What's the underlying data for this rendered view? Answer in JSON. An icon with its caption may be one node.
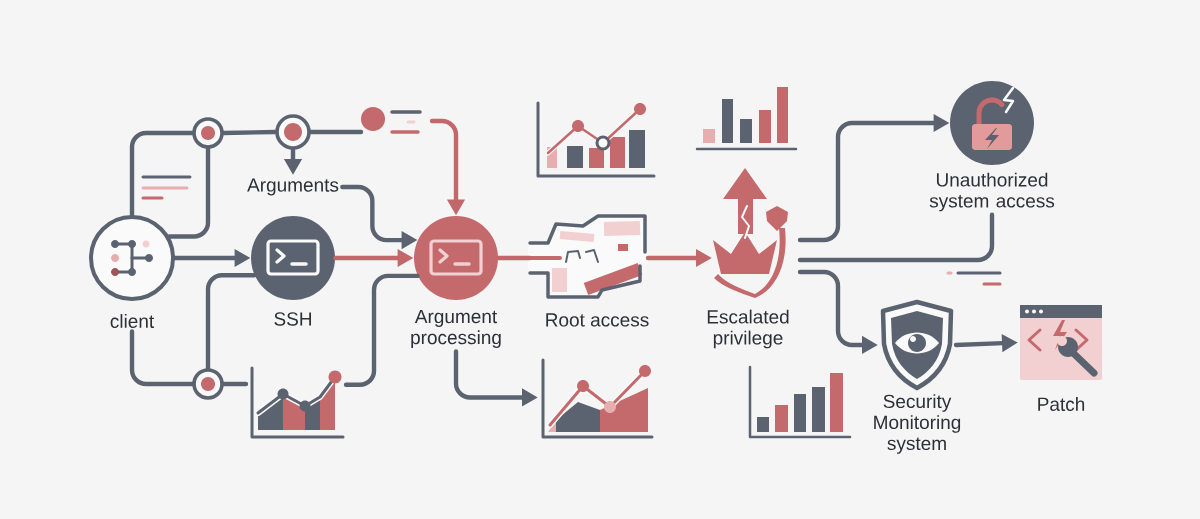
{
  "diagram": {
    "nodes": [
      {
        "text": [
          "client"
        ]
      },
      {
        "text": [],
        "shape": "circle"
      },
      {
        "text": [],
        "shape": "circle"
      },
      {
        "text": [],
        "shape": "picture"
      },
      {
        "text": [
          "Arguments"
        ]
      },
      {
        "text": [],
        "shape": "circle"
      },
      {
        "text": [
          "SSH"
        ]
      },
      {
        "text": [],
        "shape": "picture"
      },
      {
        "text": [
          "Argument processing"
        ]
      },
      {
        "text": [
          "Root access"
        ]
      },
      {
        "text": [],
        "shape": "picture"
      },
      {
        "text": [
          "Escalated privilege"
        ]
      },
      {
        "text": [
          "Unauthorized system access"
        ]
      },
      {
        "text": [
          "Security Monitoring system"
        ]
      },
      {
        "text": [
          "Patch"
        ]
      }
    ],
    "edges": [
      {
        "from": 0,
        "to": 1,
        "arrow": "none"
      },
      {
        "from": 0,
        "to": 1,
        "arrow": "none"
      },
      {
        "from": 1,
        "to": 2,
        "arrow": "none"
      },
      {
        "from": 2,
        "to": 4,
        "arrow": "to"
      },
      {
        "from": 2,
        "to": 3,
        "arrow": "none"
      },
      {
        "from": 3,
        "to": 8,
        "arrow": "to",
        "color": "#c2686b"
      },
      {
        "from": 0,
        "to": 6,
        "arrow": "to"
      },
      {
        "from": 0,
        "to": 5,
        "arrow": "none"
      },
      {
        "from": 5,
        "to": 6,
        "arrow": "none"
      },
      {
        "from": 5,
        "to": 7,
        "arrow": "none"
      },
      {
        "from": 7,
        "to": 8,
        "arrow": "none"
      },
      {
        "from": 4,
        "to": 8,
        "arrow": "to"
      },
      {
        "from": 6,
        "to": 8,
        "arrow": "to",
        "color": "#c2686b"
      },
      {
        "from": 8,
        "to": 9,
        "arrow": "none",
        "color": "#c2686b"
      },
      {
        "from": 8,
        "to": 10,
        "arrow": "to"
      },
      {
        "from": 9,
        "to": 11,
        "arrow": "to",
        "color": "#c2686b"
      },
      {
        "from": 11,
        "to": 12,
        "arrow": "to"
      },
      {
        "from": 11,
        "to": 12,
        "arrow": "none"
      },
      {
        "from": 11,
        "to": 13,
        "arrow": "to"
      },
      {
        "from": 13,
        "to": 14,
        "arrow": "to"
      }
    ]
  }
}
